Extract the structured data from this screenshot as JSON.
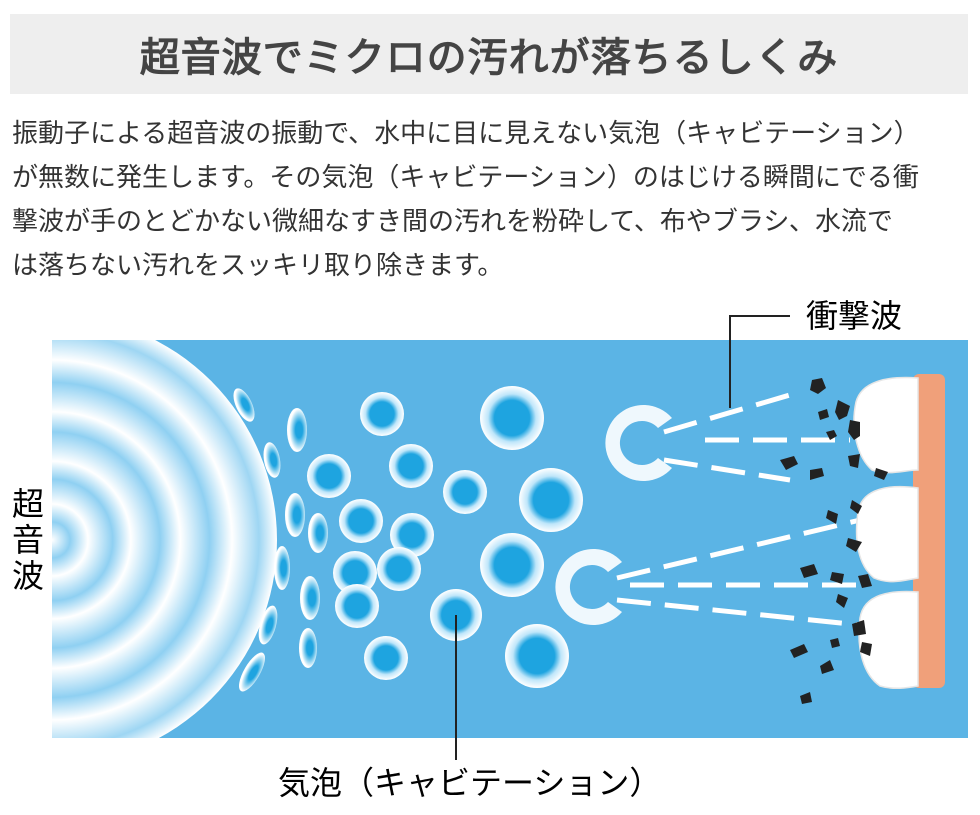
{
  "title": "超音波でミクロの汚れが落ちるしくみ",
  "description_lines": [
    "振動子による超音波の振動で、水中に目に見えない気泡（キャビテーション）",
    "が無数に発生します。その気泡（キャビテーション）のはじける瞬間にでる衝",
    "撃波が手のとどかない微細なすき間の汚れを粉砕して、布やブラシ、水流で",
    "は落ちない汚れをスッキリ取り除きます。"
  ],
  "labels": {
    "ultrasonic": "超音波",
    "shockwave": "衝撃波",
    "bubble": "気泡（キャビテーション）"
  },
  "colors": {
    "water": "#5bb4e5",
    "bubble_core": "#1ea4e0",
    "gum": "#f0a07a",
    "tooth": "#ffffff",
    "dirt": "#222222",
    "title_bg": "#eeeeee"
  }
}
